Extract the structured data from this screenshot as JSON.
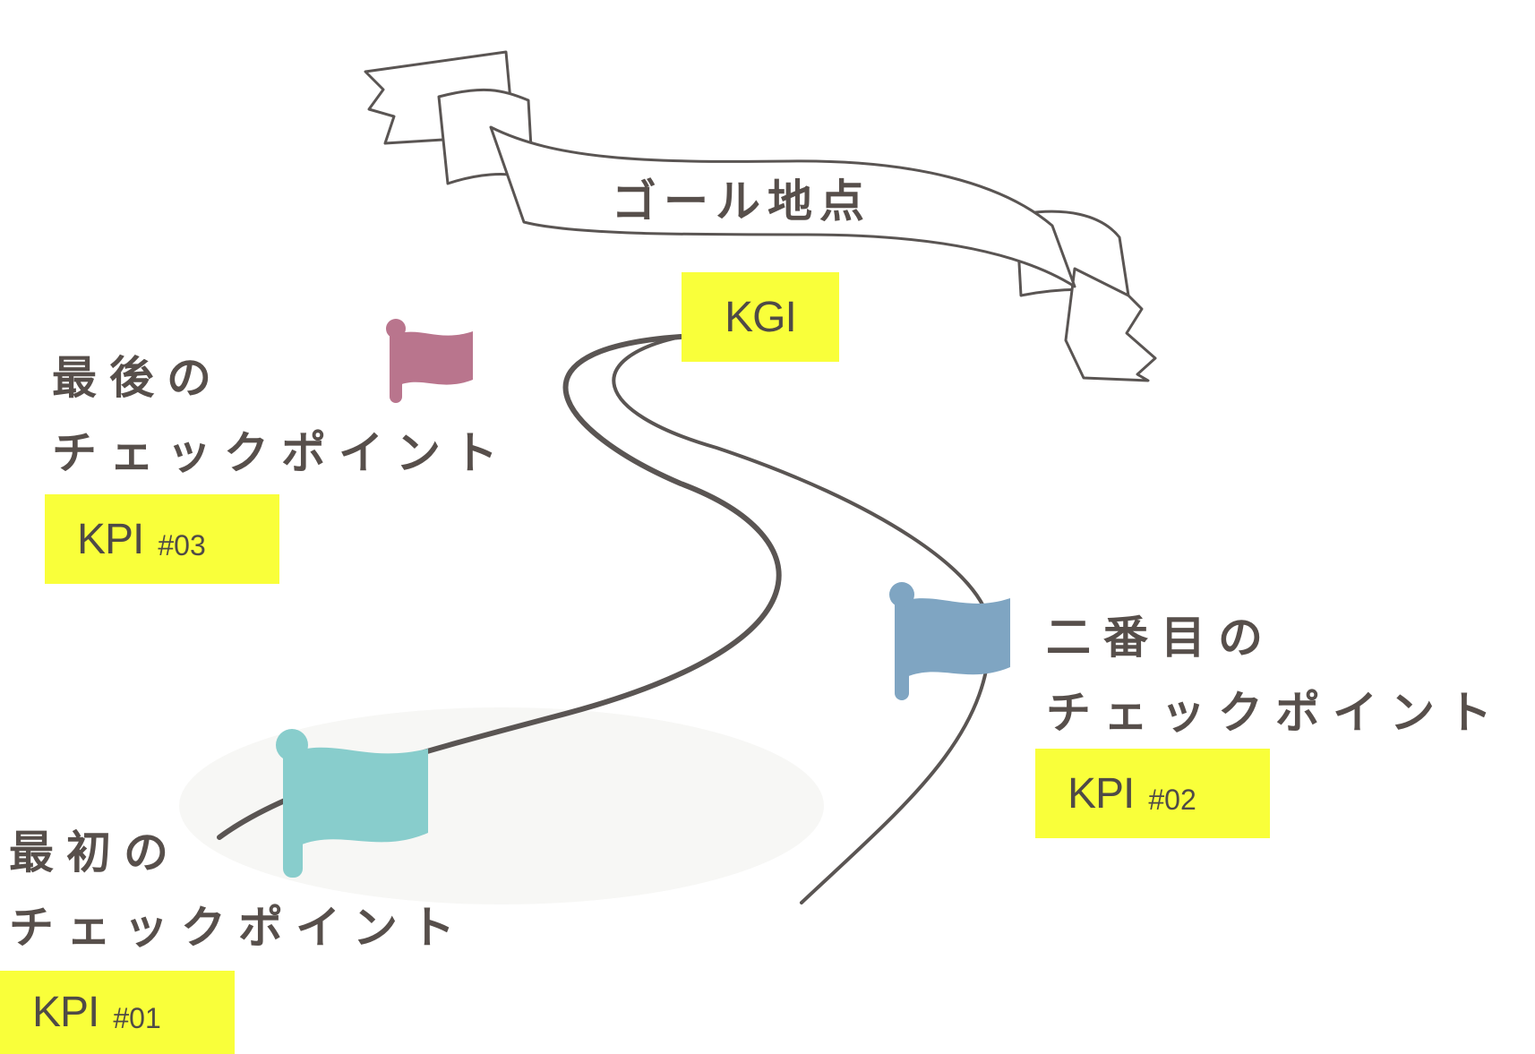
{
  "goal": {
    "banner_text": "ゴール地点",
    "tag": "KGI"
  },
  "checkpoints": [
    {
      "line1": "最初の",
      "line2": "チェックポイント",
      "tag": "KPI",
      "tag_num": "#01",
      "flag_color": "#88cdcc"
    },
    {
      "line1": "二番目の",
      "line2": "チェックポイント",
      "tag": "KPI",
      "tag_num": "#02",
      "flag_color": "#7fa5c2"
    },
    {
      "line1": "最後の",
      "line2": "チェックポイント",
      "tag": "KPI",
      "tag_num": "#03",
      "flag_color": "#b9758d"
    }
  ],
  "colors": {
    "tag_background": "#f9ff3a",
    "road_line": "#5a5553",
    "text": "#574f4b"
  }
}
